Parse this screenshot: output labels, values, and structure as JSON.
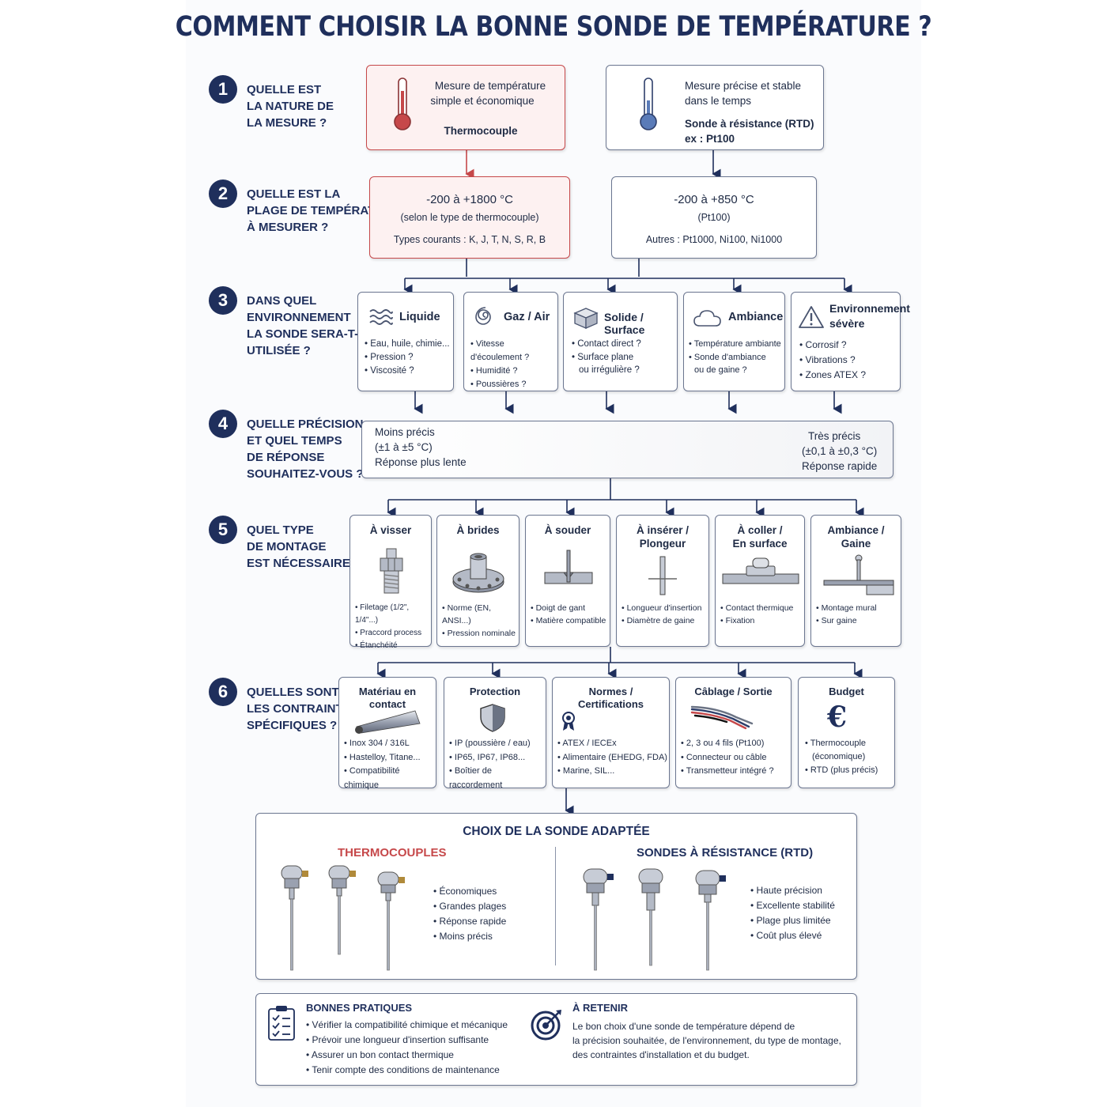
{
  "title": "COMMENT CHOISIR LA BONNE SONDE DE TEMPÉRATURE ?",
  "steps": [
    {
      "num": "1",
      "question": "QUELLE EST\nLA NATURE DE\nLA MESURE ?"
    },
    {
      "num": "2",
      "question": "QUELLE EST LA\nPLAGE DE TEMPÉRATURE\nÀ MESURER ?"
    },
    {
      "num": "3",
      "question": "DANS QUEL\nENVIRONNEMENT\nLA SONDE SERA-T-ELLE\nUTILISÉE ?"
    },
    {
      "num": "4",
      "question": "QUELLE PRÉCISION\nET QUEL TEMPS\nDE RÉPONSE\nSOUHAITEZ-VOUS ?"
    },
    {
      "num": "5",
      "question": "QUEL TYPE\nDE MONTAGE\nEST NÉCESSAIRE ?"
    },
    {
      "num": "6",
      "question": "QUELLES SONT\nLES CONTRAINTES\nSPÉCIFIQUES ?"
    }
  ],
  "nature": {
    "thermocouple": {
      "line1": "Mesure de température",
      "line2": "simple et économique",
      "name": "Thermocouple"
    },
    "rtd": {
      "line1": "Mesure précise et stable",
      "line2": "dans le temps",
      "name": "Sonde à résistance (RTD)",
      "example": "ex : Pt100"
    }
  },
  "range": {
    "thermocouple": {
      "range": "-200 à +1800 °C",
      "note": "(selon le type de thermocouple)",
      "types": "Types courants : K, J, T, N, S, R, B"
    },
    "rtd": {
      "range": "-200 à +850 °C",
      "note": "(Pt100)",
      "types": "Autres : Pt1000, Ni100, Ni1000"
    }
  },
  "environments": [
    {
      "title": "Liquide",
      "icon": "waves-icon",
      "items": [
        "Eau, huile, chimie...",
        "Pression ?",
        "Viscosité ?"
      ]
    },
    {
      "title": "Gaz / Air",
      "icon": "swirl-icon",
      "items": [
        "Vitesse d'écoulement ?",
        "Humidité ?",
        "Poussières ?"
      ]
    },
    {
      "title": "Solide / Surface",
      "icon": "cube-icon",
      "items": [
        "Contact direct ?",
        "Surface plane",
        "ou irrégulière ?"
      ]
    },
    {
      "title": "Ambiance",
      "icon": "cloud-icon",
      "items": [
        "Température ambiante",
        "Sonde d'ambiance",
        "ou de gaine ?"
      ]
    },
    {
      "title": "Environnement sévère",
      "title1": "Environnement",
      "title2": "sévère",
      "icon": "warning-icon",
      "items": [
        "Corrosif ?",
        "Vibrations ?",
        "Zones ATEX ?"
      ]
    }
  ],
  "precision": {
    "left": {
      "line1": "Moins précis",
      "line2": "(±1 à ±5 °C)",
      "line3": "Réponse plus lente"
    },
    "right": {
      "line1": "Très précis",
      "line2": "(±0,1 à ±0,3 °C)",
      "line3": "Réponse rapide"
    }
  },
  "mounting": [
    {
      "title": "À visser",
      "icon": "threaded-fitting-icon",
      "items": [
        "Filetage (1/2\", 1/4\"...)",
        "Praccord process",
        "Étanchéité"
      ]
    },
    {
      "title": "À brides",
      "icon": "flange-icon",
      "items": [
        "Norme (EN, ANSI...)",
        "Pression nominale"
      ]
    },
    {
      "title": "À souder",
      "icon": "weld-icon",
      "items": [
        "Doigt de gant",
        "Matière compatible"
      ]
    },
    {
      "title": "À insérer /\nPlongeur",
      "icon": "insertion-icon",
      "items": [
        "Longueur d'insertion",
        "Diamètre de gaine"
      ]
    },
    {
      "title": "À coller /\nEn surface",
      "icon": "surface-icon",
      "items": [
        "Contact thermique",
        "Fixation"
      ]
    },
    {
      "title": "Ambiance /\nGaine",
      "icon": "wall-mount-icon",
      "items": [
        "Montage mural",
        "Sur gaine"
      ]
    }
  ],
  "constraints": [
    {
      "title": "Matériau en contact",
      "icon": "pipe-icon",
      "items": [
        "Inox 304 / 316L",
        "Hastelloy, Titane...",
        "Compatibilité chimique"
      ]
    },
    {
      "title": "Protection",
      "icon": "shield-icon",
      "items": [
        "IP (poussière / eau)",
        "IP65, IP67, IP68...",
        "Boîtier de raccordement"
      ]
    },
    {
      "title": "Normes /\nCertifications",
      "icon": "award-icon",
      "items": [
        "ATEX / IECEx",
        "Alimentaire (EHEDG, FDA)",
        "Marine, SIL..."
      ]
    },
    {
      "title": "Câblage / Sortie",
      "icon": "cable-icon",
      "items": [
        "2, 3 ou 4 fils (Pt100)",
        "Connecteur ou câble",
        "Transmetteur intégré ?"
      ]
    },
    {
      "title": "Budget",
      "icon": "euro-icon",
      "symbol": "€",
      "items": [
        "Thermocouple",
        "(économique)",
        "RTD (plus précis)"
      ]
    }
  ],
  "choice": {
    "title": "CHOIX DE LA SONDE ADAPTÉE",
    "thermocouples": {
      "title": "THERMOCOUPLES",
      "items": [
        "Économiques",
        "Grandes plages",
        "Réponse rapide",
        "Moins précis"
      ]
    },
    "rtd": {
      "title": "SONDES À RÉSISTANCE (RTD)",
      "items": [
        "Haute précision",
        "Excellente stabilité",
        "Plage plus limitée",
        "Coût plus élevé"
      ]
    }
  },
  "footer": {
    "practices": {
      "title": "BONNES PRATIQUES",
      "items": [
        "Vérifier la compatibilité chimique et mécanique",
        "Prévoir une longueur d'insertion suffisante",
        "Assurer un bon contact thermique",
        "Tenir compte des conditions de maintenance"
      ]
    },
    "remember": {
      "title": "À RETENIR",
      "lines": [
        "Le bon choix d'une sonde de température dépend de",
        "la précision souhaitée, de l'environnement, du type de montage,",
        "des contraintes d'installation et du budget."
      ]
    }
  },
  "colors": {
    "navy": "#1f2f5c",
    "red": "#c6484a",
    "border": "#6b7690"
  }
}
